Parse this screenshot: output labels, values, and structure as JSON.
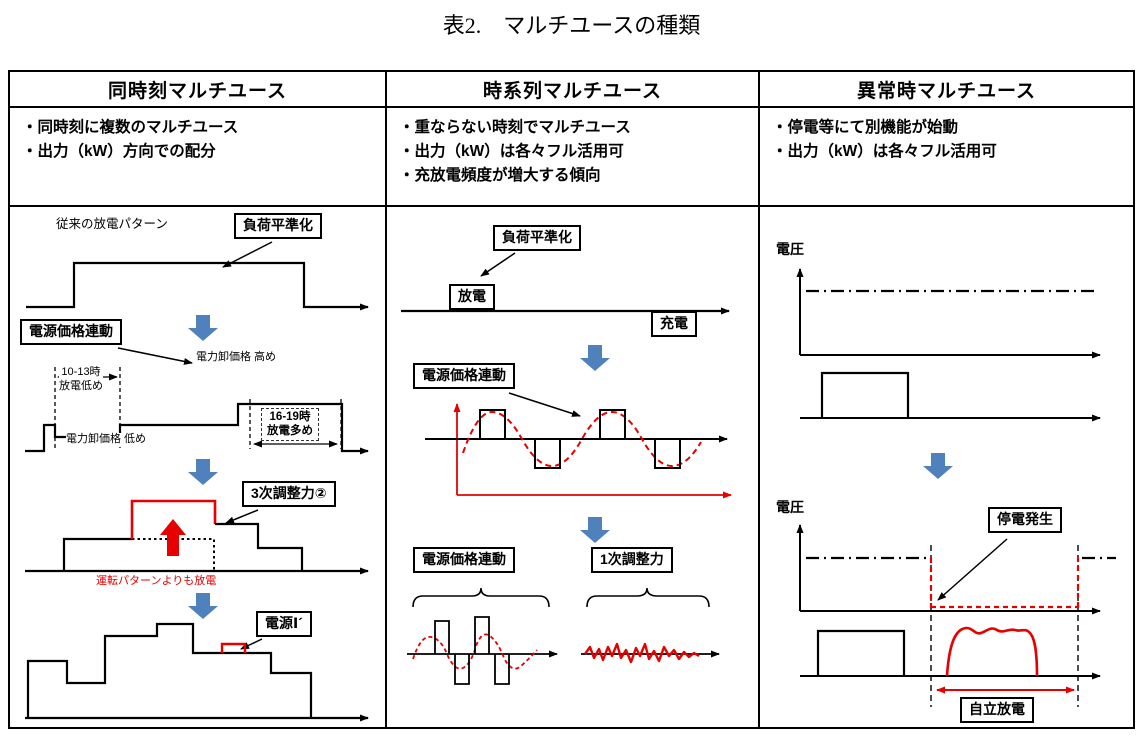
{
  "title": "表2.　マルチユースの種類",
  "columns": [
    {
      "header": "同時刻マルチユース",
      "bullets": [
        "・同時刻に複数のマルチユース",
        "・出力（kW）方向での配分"
      ]
    },
    {
      "header": "時系列マルチユース",
      "bullets": [
        "・重ならない時刻でマルチユース",
        "・出力（kW）は各々フル活用可",
        "・充放電頻度が増大する傾向"
      ]
    },
    {
      "header": "異常時マルチユース",
      "bullets": [
        "・停電等にて別機能が始動",
        "・出力（kW）は各々フル活用可"
      ]
    }
  ],
  "col1": {
    "conventional": "従来の放電パターン",
    "load_leveling": "負荷平準化",
    "price_linked": "電源価格連動",
    "wholesale_high": "電力卸価格 高め",
    "t1013": "10-13時\n放電低め",
    "t1619": "16-19時\n放電多め",
    "wholesale_low": "電力卸価格 低め",
    "tertiary": "3次調整力②",
    "more_discharge": "運転パターンよりも放電",
    "source1": "電源Ⅰ´"
  },
  "col2": {
    "load_leveling": "負荷平準化",
    "discharge": "放電",
    "charge": "充電",
    "price_linked": "電源価格連動",
    "price_linked2": "電源価格連動",
    "primary": "1次調整力"
  },
  "col3": {
    "voltage_top": "電圧",
    "voltage_bottom": "電圧",
    "outage": "停電発生",
    "self_discharge": "自立放電"
  },
  "colors": {
    "accent_blue": "#4f81bd",
    "alert_red": "#e60000",
    "line_black": "#000000"
  }
}
